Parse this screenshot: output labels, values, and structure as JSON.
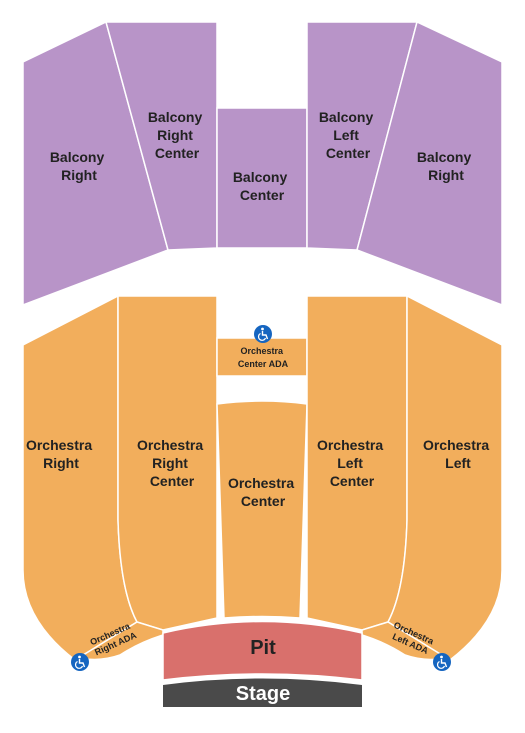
{
  "colors": {
    "balcony": "#b894c8",
    "orchestra": "#f2ae5c",
    "pit": "#d9706c",
    "stage": "#4a4a4a",
    "ada": "#1565c0"
  },
  "sections": {
    "balcony_right_outer": [
      "Balcony",
      "Right"
    ],
    "balcony_right_center": [
      "Balcony",
      "Right",
      "Center"
    ],
    "balcony_center": [
      "Balcony",
      "Center"
    ],
    "balcony_left_center": [
      "Balcony",
      "Left",
      "Center"
    ],
    "balcony_right_outer_2": [
      "Balcony",
      "Right"
    ],
    "orchestra_center_ada": [
      "Orchestra",
      "Center ADA"
    ],
    "orchestra_right": [
      "Orchestra",
      "Right"
    ],
    "orchestra_right_center": [
      "Orchestra",
      "Right",
      "Center"
    ],
    "orchestra_center": [
      "Orchestra",
      "Center"
    ],
    "orchestra_left_center": [
      "Orchestra",
      "Left",
      "Center"
    ],
    "orchestra_left": [
      "Orchestra",
      "Left"
    ],
    "orchestra_right_ada": [
      "Orchestra",
      "Right ADA"
    ],
    "orchestra_left_ada": [
      "Orchestra",
      "Left ADA"
    ],
    "pit": "Pit",
    "stage": "Stage"
  },
  "icons": {
    "ada": "wheelchair-icon"
  }
}
